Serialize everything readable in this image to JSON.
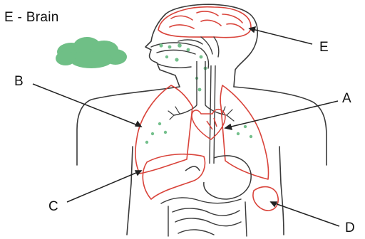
{
  "title": "E - Brain",
  "labels": {
    "a": "A",
    "b": "B",
    "c": "C",
    "d": "D",
    "e": "E"
  },
  "colors": {
    "outline": "#3a3a3a",
    "organ": "#d9433a",
    "cloud": "#6fbf86",
    "dots": "#74c08c"
  }
}
